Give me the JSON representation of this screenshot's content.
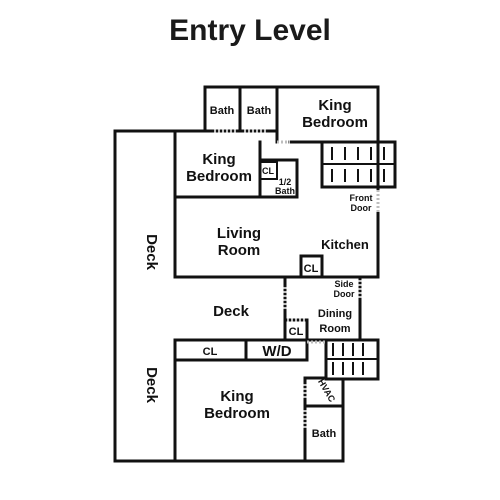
{
  "title": "Entry Level",
  "rooms": {
    "bath_left": "Bath",
    "bath_right": "Bath",
    "king_bedroom_top_right": [
      "King",
      "Bedroom"
    ],
    "king_bedroom_top_left": [
      "King",
      "Bedroom"
    ],
    "closet_top": "CL",
    "half_bath": [
      "1/2",
      "Bath"
    ],
    "front_door": [
      "Front",
      "Door"
    ],
    "living_room": [
      "Living",
      "Room"
    ],
    "kitchen": "Kitchen",
    "closet_kitchen": "CL",
    "deck_left_upper": "Deck",
    "deck_left_lower": "Deck",
    "deck_center": "Deck",
    "side_door": [
      "Side",
      "Door"
    ],
    "dining_room": [
      "Dining",
      "Room"
    ],
    "closet_dining": "CL",
    "closet_bottom": "CL",
    "washer_dryer": "W/D",
    "king_bedroom_bottom": [
      "King",
      "Bedroom"
    ],
    "hvac": "HVAC",
    "bath_bottom": "Bath"
  }
}
